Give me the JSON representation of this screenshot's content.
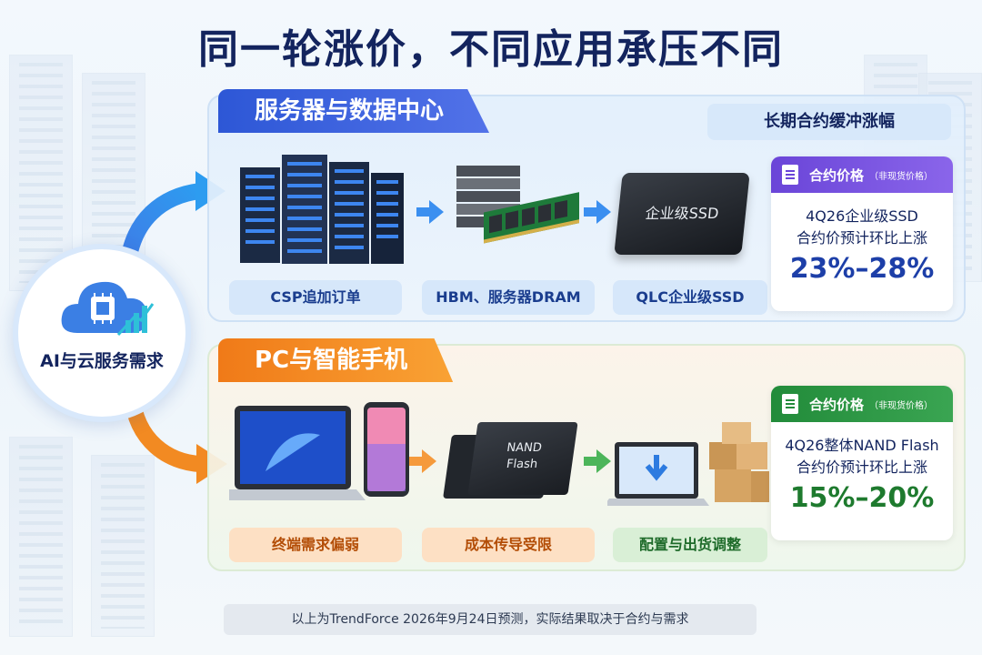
{
  "title": "同一轮涨价，不同应用承压不同",
  "ai_demand": {
    "label": "AI与云服务需求",
    "icon": "cloud-chip-icon"
  },
  "server_panel": {
    "tab": "服务器与数据中心",
    "contract_tag": "长期合约缓冲涨幅",
    "ssd_chip_text": "企业级SSD",
    "steps": [
      "CSP追加订单",
      "HBM、服务器DRAM",
      "QLC企业级SSD"
    ],
    "price_card": {
      "header": "合约价格",
      "note": "（非现货价格）",
      "line1": "4Q26企业级SSD",
      "line2": "合约价预计环比上涨",
      "value": "23%–28%"
    }
  },
  "pc_panel": {
    "tab": "PC与智能手机",
    "chip_text": [
      "NAND",
      "Flash"
    ],
    "steps": [
      "终端需求偏弱",
      "成本传导受限",
      "配置与出货调整"
    ],
    "price_card": {
      "header": "合约价格",
      "note": "（非现货价格）",
      "line1": "4Q26整体NAND Flash",
      "line2": "合约价预计环比上涨",
      "value": "15%–20%"
    }
  },
  "footer": "以上为TrendForce 2026年9月24日预测，实际结果取决于合约与需求",
  "colors": {
    "navy": "#13245e",
    "blue_tab": "#2d57d6",
    "orange_tab": "#f07a18",
    "purple_head": "#6a45d8",
    "green_head": "#228b3a"
  }
}
